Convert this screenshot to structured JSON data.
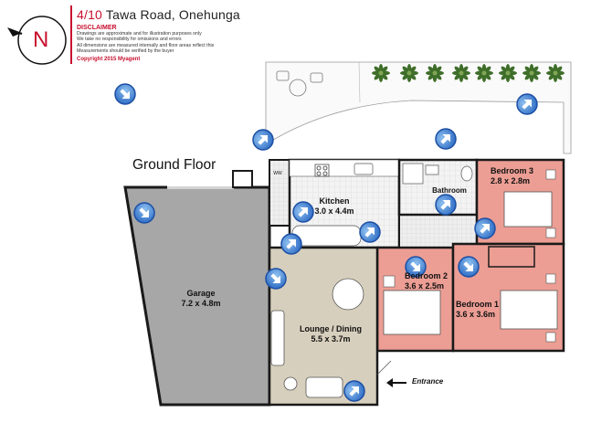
{
  "header": {
    "address_number": "4/10",
    "address_street": "Tawa Road, Onehunga",
    "disclaimer_title": "DISCLAIMER",
    "disclaimer_lines": [
      "Drawings are approximate and for illustration purposes only",
      "We take no responsibility for omissions and errors",
      "All dimensions are measured internally and floor areas reflect this",
      "Measurements should be verified by the buyer"
    ],
    "copyright": "Copyright 2015   Myagent"
  },
  "compass": {
    "letter": "N"
  },
  "floor_title": "Ground Floor",
  "rooms": {
    "garage": {
      "name": "Garage",
      "dims": "7.2 x 4.8m"
    },
    "kitchen": {
      "name": "Kitchen",
      "dims": "3.0 x 4.4m"
    },
    "bathroom": {
      "name": "Bathroom"
    },
    "bedroom3": {
      "name": "Bedroom 3",
      "dims": "2.8 x 2.8m"
    },
    "bedroom2": {
      "name": "Bedroom 2",
      "dims": "3.6 x 2.5m"
    },
    "bedroom1": {
      "name": "Bedroom 1",
      "dims": "3.6 x 3.6m"
    },
    "lounge": {
      "name": "Lounge / Dining",
      "dims": "5.5 x 3.7m"
    }
  },
  "fixtures": {
    "washer": "WW"
  },
  "entrance_label": "Entrance",
  "colors": {
    "bedroom": "#ea9e94",
    "living": "#d7cfbd",
    "garage": "#a3a3a3",
    "wall": "#1a1a1a",
    "tile": "#f1f1f1",
    "camera_outer": "#1d4fa3",
    "camera_inner": "#5b9be0",
    "accent_red": "#c8102e"
  },
  "camera_markers": 14
}
